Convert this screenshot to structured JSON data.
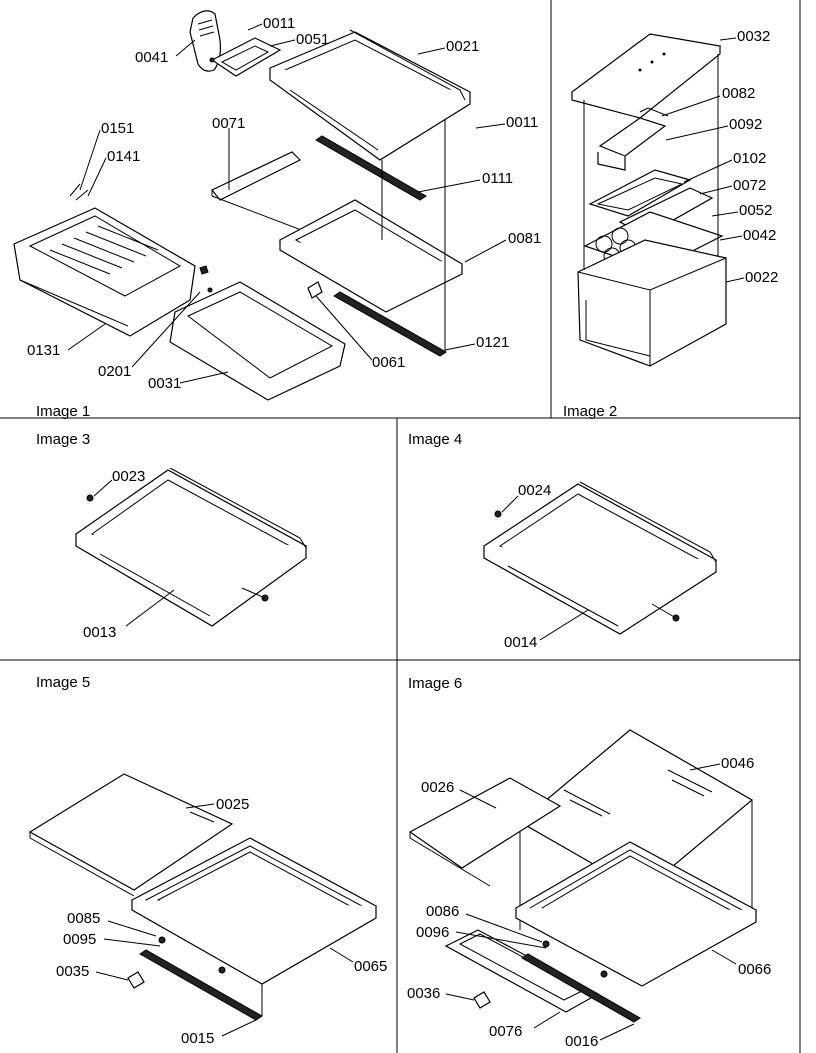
{
  "panels": [
    {
      "id": "image1",
      "title": "Image 1"
    },
    {
      "id": "image2",
      "title": "Image 2"
    },
    {
      "id": "image3",
      "title": "Image 3"
    },
    {
      "id": "image4",
      "title": "Image 4"
    },
    {
      "id": "image5",
      "title": "Image 5"
    },
    {
      "id": "image6",
      "title": "Image 6"
    }
  ],
  "callouts": {
    "image1": [
      "0011",
      "0041",
      "0051",
      "0021",
      "0011",
      "0151",
      "0141",
      "0071",
      "0111",
      "0081",
      "0131",
      "0201",
      "0031",
      "0061",
      "0121"
    ],
    "image2": [
      "0032",
      "0082",
      "0092",
      "0102",
      "0072",
      "0052",
      "0042",
      "0022"
    ],
    "image3": [
      "0023",
      "0013"
    ],
    "image4": [
      "0024",
      "0014"
    ],
    "image5": [
      "0025",
      "0085",
      "0095",
      "0035",
      "0065",
      "0015"
    ],
    "image6": [
      "0046",
      "0026",
      "0086",
      "0096",
      "0036",
      "0066",
      "0076",
      "0016"
    ]
  }
}
